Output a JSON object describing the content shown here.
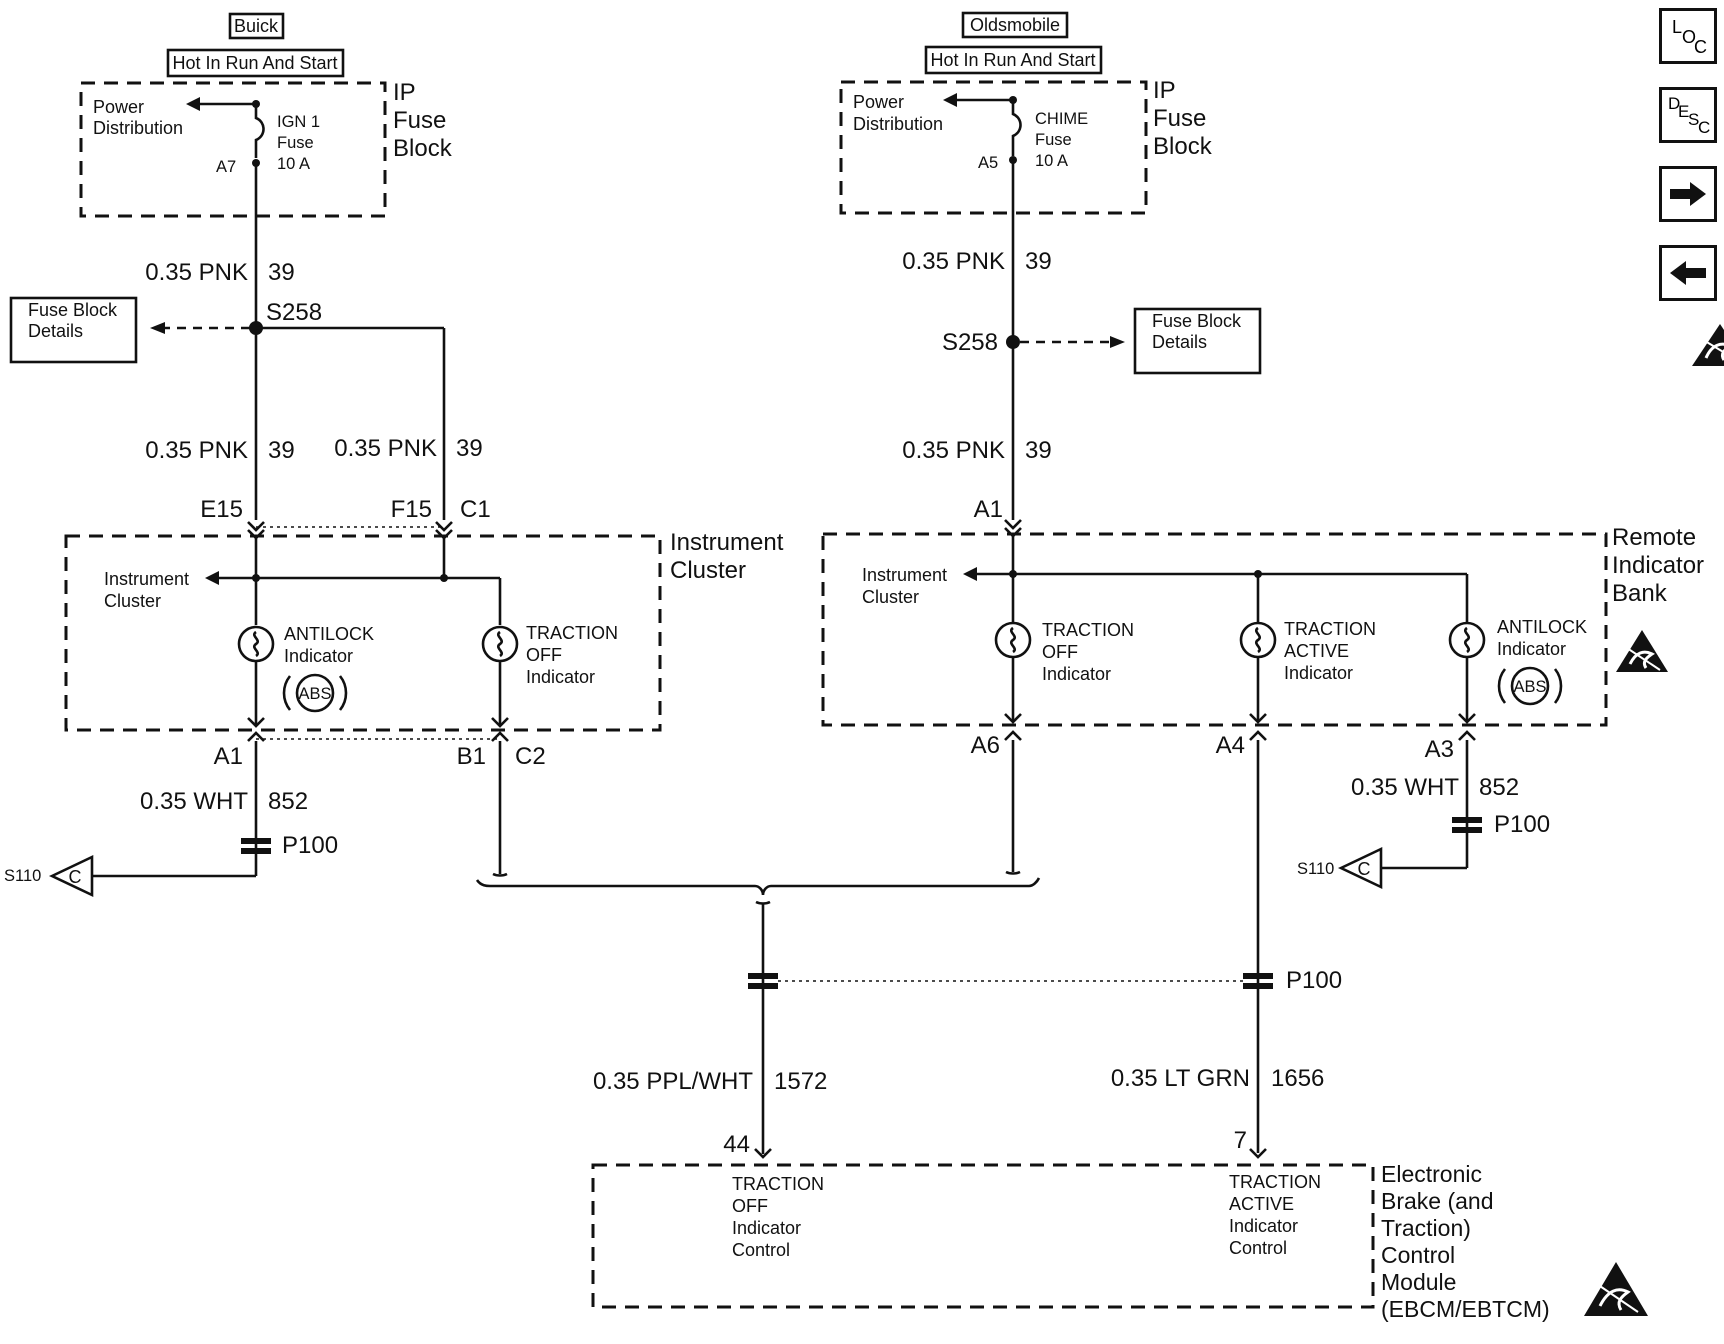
{
  "nav": {
    "loc_label": "LOC",
    "desc_label": "DESC",
    "next_icon": "arrow-right-icon",
    "prev_icon": "arrow-left-icon",
    "esd_icon": "esd-warning-icon"
  },
  "buick": {
    "make": "Buick",
    "hot": "Hot In Run And Start",
    "fuse_block_l1": "IP",
    "fuse_block_l2": "Fuse",
    "fuse_block_l3": "Block",
    "power_dist_l1": "Power",
    "power_dist_l2": "Distribution",
    "fuse_l1": "IGN 1",
    "fuse_l2": "Fuse",
    "fuse_l3": "10 A",
    "fuse_pin": "A7",
    "wire_top_gauge": "0.35 PNK",
    "wire_top_circuit": "39",
    "splice": "S258",
    "details_l1": "Fuse Block",
    "details_l2": "Details",
    "wire_left_gauge": "0.35 PNK",
    "wire_left_circuit": "39",
    "wire_right_gauge": "0.35 PNK",
    "wire_right_circuit": "39",
    "pin_e15": "E15",
    "pin_f15": "F15",
    "conn_c1": "C1",
    "cluster_l1": "Instrument",
    "cluster_l2": "Cluster",
    "ic_l1": "Instrument",
    "ic_l2": "Cluster",
    "abs_l1": "ANTILOCK",
    "abs_l2": "Indicator",
    "abs_badge": "ABS",
    "trac_off_l1": "TRACTION",
    "trac_off_l2": "OFF",
    "trac_off_l3": "Indicator",
    "pin_a1": "A1",
    "pin_b1": "B1",
    "conn_c2": "C2",
    "wire_bottom_gauge": "0.35 WHT",
    "wire_bottom_circuit": "852",
    "p100": "P100",
    "s110": "S110",
    "ground_ref": "C"
  },
  "olds": {
    "make": "Oldsmobile",
    "hot": "Hot In Run And Start",
    "fuse_block_l1": "IP",
    "fuse_block_l2": "Fuse",
    "fuse_block_l3": "Block",
    "power_dist_l1": "Power",
    "power_dist_l2": "Distribution",
    "fuse_l1": "CHIME",
    "fuse_l2": "Fuse",
    "fuse_l3": "10 A",
    "fuse_pin": "A5",
    "wire_top_gauge": "0.35 PNK",
    "wire_top_circuit": "39",
    "splice": "S258",
    "details_l1": "Fuse Block",
    "details_l2": "Details",
    "wire_mid_gauge": "0.35 PNK",
    "wire_mid_circuit": "39",
    "pin_a1": "A1",
    "bank_l1": "Remote",
    "bank_l2": "Indicator",
    "bank_l3": "Bank",
    "ic_l1": "Instrument",
    "ic_l2": "Cluster",
    "trac_off_l1": "TRACTION",
    "trac_off_l2": "OFF",
    "trac_off_l3": "Indicator",
    "trac_active_l1": "TRACTION",
    "trac_active_l2": "ACTIVE",
    "trac_active_l3": "Indicator",
    "abs_l1": "ANTILOCK",
    "abs_l2": "Indicator",
    "abs_badge": "ABS",
    "pin_a6": "A6",
    "pin_a4": "A4",
    "pin_a3": "A3",
    "wire_abs_gauge": "0.35 WHT",
    "wire_abs_circuit": "852",
    "p100_abs": "P100",
    "s110": "S110",
    "ground_ref": "C"
  },
  "lower": {
    "p100": "P100",
    "wire_ppl_gauge": "0.35 PPL/WHT",
    "wire_ppl_circuit": "1572",
    "wire_grn_gauge": "0.35 LT GRN",
    "wire_grn_circuit": "1656",
    "pin_44": "44",
    "pin_7": "7",
    "ebcm_off_l1": "TRACTION",
    "ebcm_off_l2": "OFF",
    "ebcm_off_l3": "Indicator",
    "ebcm_off_l4": "Control",
    "ebcm_act_l1": "TRACTION",
    "ebcm_act_l2": "ACTIVE",
    "ebcm_act_l3": "Indicator",
    "ebcm_act_l4": "Control",
    "module_l1": "Electronic",
    "module_l2": "Brake (and",
    "module_l3": "Traction)",
    "module_l4": "Control",
    "module_l5": "Module",
    "module_l6": "(EBCM/EBTCM)"
  }
}
